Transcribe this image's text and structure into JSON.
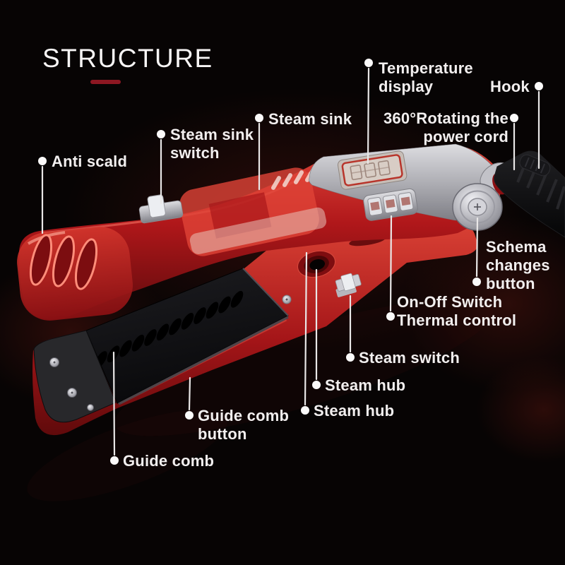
{
  "title": {
    "text": "STRUCTURE"
  },
  "callouts": {
    "temperature_display": {
      "line1": "Temperature",
      "line2": "display"
    },
    "hook": {
      "line1": "Hook"
    },
    "rotating_power_cord": {
      "line1": "360°Rotating the",
      "line2": "power cord"
    },
    "steam_sink": {
      "line1": "Steam sink"
    },
    "steam_sink_switch": {
      "line1": "Steam sink",
      "line2": "switch"
    },
    "anti_scald": {
      "line1": "Anti scald"
    },
    "schema_changes_button": {
      "line1": "Schema",
      "line2": "changes",
      "line3": "button"
    },
    "on_off_switch": {
      "line1": "On-Off Switch",
      "line2": "Thermal control"
    },
    "steam_switch": {
      "line1": "Steam switch"
    },
    "steam_hub_upper": {
      "line1": "Steam hub"
    },
    "steam_hub_lower": {
      "line1": "Steam hub"
    },
    "guide_comb_button": {
      "line1": "Guide comb",
      "line2": "button"
    },
    "guide_comb": {
      "line1": "Guide comb"
    }
  },
  "colors": {
    "background": "#070404",
    "label_text": "#f2efef",
    "leader_line": "#e9e7e7",
    "title_underline": "#8d1722",
    "product_red": "#c0181c",
    "product_red_dark": "#6d0c0e",
    "silver": "#c9cacd",
    "plate_black": "#121214"
  }
}
